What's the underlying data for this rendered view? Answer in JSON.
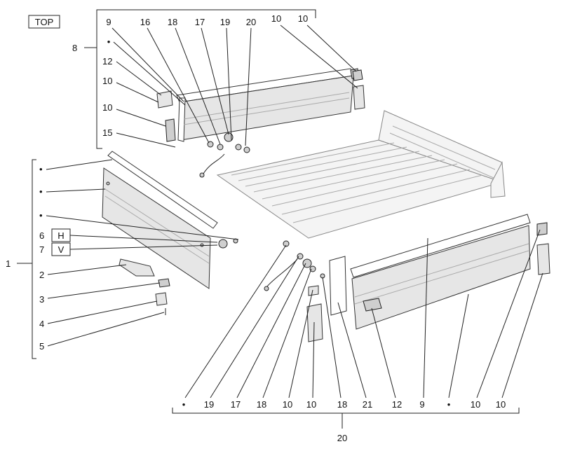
{
  "view_label": "TOP",
  "group_top": {
    "id": "8",
    "callouts_top": [
      "9",
      "16",
      "18",
      "17",
      "19",
      "20",
      "10",
      "10"
    ],
    "callouts_left": [
      "12",
      "10",
      "10",
      "15"
    ]
  },
  "group_left": {
    "id": "1",
    "items": [
      "6",
      "7",
      "2",
      "3",
      "4",
      "5"
    ],
    "option_h": "H",
    "option_v": "V"
  },
  "group_bottom": {
    "id": "20",
    "callouts": [
      "19",
      "17",
      "18",
      "10",
      "10",
      "18",
      "21",
      "12",
      "9",
      "10",
      "10"
    ]
  },
  "bullet": "•"
}
